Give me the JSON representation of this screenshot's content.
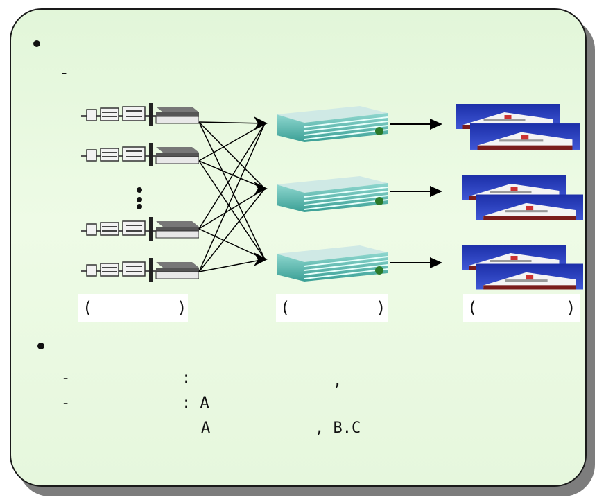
{
  "bullets": [
    {
      "sub": [
        "-"
      ]
    },
    {
      "sub": [
        "-",
        "-"
      ]
    }
  ],
  "bullet2_lines": {
    "line1_colon": ":",
    "line1_comma": ",",
    "line2": ": A",
    "line3a": "A",
    "line3b": ", B.C"
  },
  "captions": [
    {
      "open": "(",
      "close": ")"
    },
    {
      "open": "(",
      "close": ")"
    },
    {
      "open": "(",
      "close": ")"
    }
  ],
  "ellipsis": "vertical-dots",
  "icons": {
    "left": "rack-server-group-icon",
    "middle": "office-building-icon",
    "right": "stacked-building-photo-icon"
  },
  "colors": {
    "background": "#e6f7dd",
    "shadow": "#7d7d7d",
    "arrow": "#000000"
  }
}
